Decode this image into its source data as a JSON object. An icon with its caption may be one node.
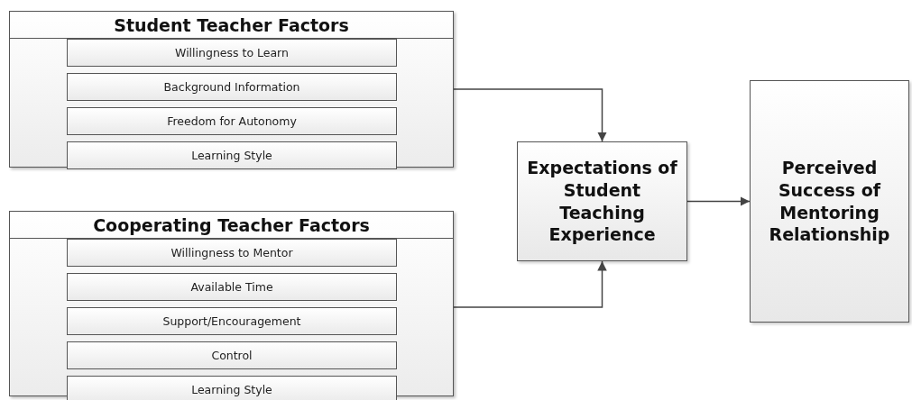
{
  "diagram": {
    "nodes": [
      {
        "text": [
          "Student Teacher Factors"
        ]
      },
      {
        "text": [
          "Willingness to Learn"
        ],
        "in": 0
      },
      {
        "text": [
          "Background Information"
        ],
        "in": 0
      },
      {
        "text": [
          "Freedom for Autonomy"
        ],
        "in": 0
      },
      {
        "text": [
          "Learning Style"
        ],
        "in": 0
      },
      {
        "text": [
          "Cooperating Teacher Factors"
        ]
      },
      {
        "text": [
          "Willingness to Mentor"
        ],
        "in": 5
      },
      {
        "text": [
          "Available Time"
        ],
        "in": 5
      },
      {
        "text": [
          "Support/Encouragement"
        ],
        "in": 5
      },
      {
        "text": [
          "Control"
        ],
        "in": 5
      },
      {
        "text": [
          "Learning Style"
        ],
        "in": 5
      },
      {
        "text": [
          "Expectations of Student Teaching Experience"
        ]
      },
      {
        "text": [
          "Perceived Success of Mentoring Relationship"
        ]
      }
    ],
    "edges": [
      {
        "from": 0,
        "to": 11,
        "arrow": "to"
      },
      {
        "from": 5,
        "to": 11,
        "arrow": "to"
      },
      {
        "from": 11,
        "to": 12,
        "arrow": "to"
      }
    ]
  }
}
